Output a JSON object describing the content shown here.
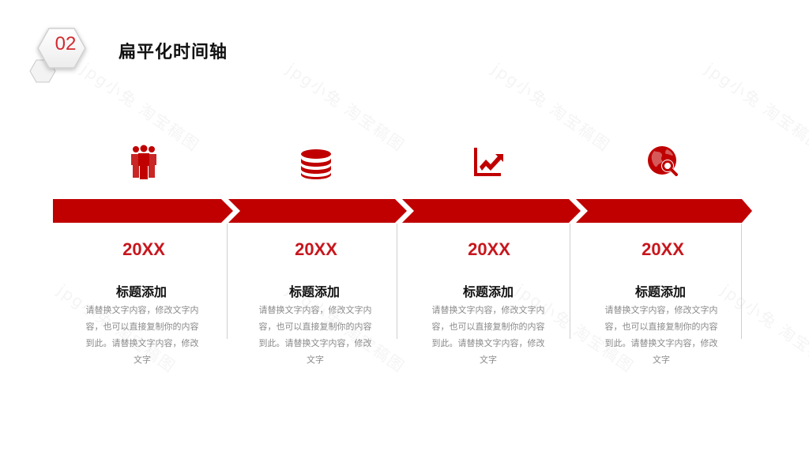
{
  "header": {
    "badge_number": "02",
    "title": "扁平化时间轴"
  },
  "colors": {
    "accent": "#c00000",
    "year_text": "#c8161d",
    "title_text": "#111111",
    "body_text": "#8a8a8a",
    "divider": "#cfcfcf"
  },
  "timeline": {
    "items": [
      {
        "icon": "people-group-icon",
        "year": "20XX",
        "title": "标题添加",
        "description": "请替换文字内容，修改文字内容，也可以直接复制你的内容到此。请替换文字内容，修改文字"
      },
      {
        "icon": "database-coins-icon",
        "year": "20XX",
        "title": "标题添加",
        "description": "请替换文字内容，修改文字内容，也可以直接复制你的内容到此。请替换文字内容，修改文字"
      },
      {
        "icon": "trend-chart-icon",
        "year": "20XX",
        "title": "标题添加",
        "description": "请替换文字内容，修改文字内容，也可以直接复制你的内容到此。请替换文字内容，修改文字"
      },
      {
        "icon": "globe-search-icon",
        "year": "20XX",
        "title": "标题添加",
        "description": "请替换文字内容，修改文字内容，也可以直接复制你的内容到此。请替换文字内容，修改文字"
      }
    ]
  },
  "watermark": "jpg小兔 淘宝稿图"
}
